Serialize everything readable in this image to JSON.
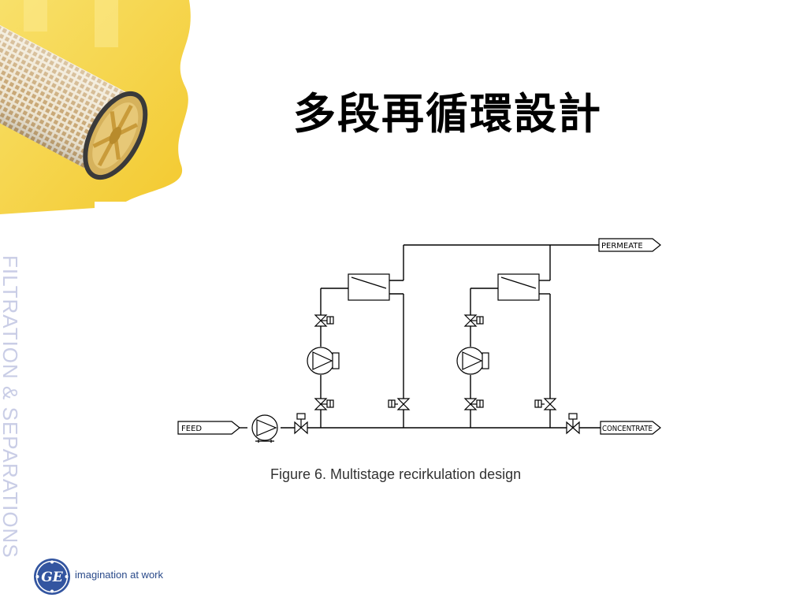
{
  "slide": {
    "title": "多段再循環設計",
    "side_text": "FILTRATION & SEPARATIONS",
    "tagline": "imagination at work",
    "logo_letters": "GE"
  },
  "diagram": {
    "feed_label": "FEED",
    "permeate_label": "PERMEATE",
    "concentrate_label": "CONCENTRATE",
    "caption": "Figure 6. Multistage recirkulation design"
  },
  "colors": {
    "ge_blue": "#3355a0",
    "side_text": "#c9cde6",
    "corner_yellow": "#f5d23a",
    "line": "#000000"
  },
  "icons": [
    "membrane-cartridge-icon",
    "pump-icon",
    "valve-icon",
    "ge-logo-icon"
  ]
}
